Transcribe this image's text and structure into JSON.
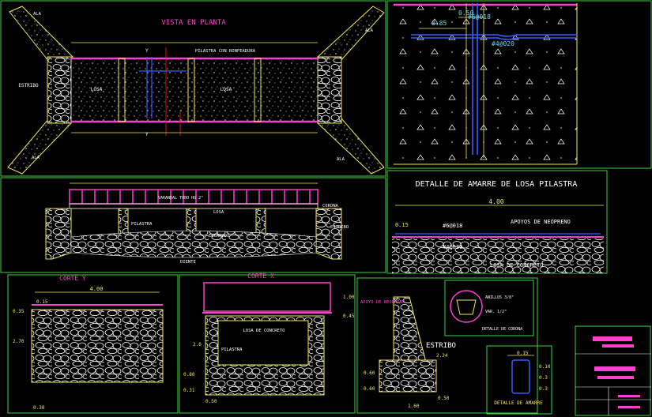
{
  "plan": {
    "title": "VISTA EN PLANTA",
    "railing": "PILASTRA CON RONFEADURA",
    "slab_left": "LOSA",
    "slab_right": "LOSA",
    "abutment": "ESTRIBO",
    "wing_top_left": "ALA",
    "wing_top_right": "ALA",
    "wing_bottom_left": "ALA",
    "wing_bottom_right": "ALA",
    "axis_top": "Y",
    "axis_bottom": "Y"
  },
  "elevation": {
    "railing_label": "VARANDAL TUBO HG 2\"",
    "pilaster": "PILASTRA",
    "slab": "LOSA",
    "crown": "CORONA",
    "abutment": "ESTRIBO",
    "formwork": "ENCAMADO",
    "dent": "DIENTE"
  },
  "detail_top_right": {
    "dim_a": "0.50",
    "dim_b": "0.85",
    "bar_a": "#6@018",
    "bar_b": "#4@020"
  },
  "amarre": {
    "title": "DETALLE DE AMARRE DE LOSA PILASTRA",
    "dim_width": "4.00",
    "dim_side": "0.15",
    "neoprene": "APOYOS DE NEOPRENO",
    "bar_a": "#6@018",
    "bar_b": "#4@020",
    "concrete_slab": "LOSA DE CONCRETO"
  },
  "corte_y": {
    "title": "CORTE Y",
    "width": "4.00",
    "top_dim": "0.15",
    "side_dim": "0.35",
    "height": "2.70",
    "dim_bottom": "0.30"
  },
  "corte_x": {
    "title": "CORTE X",
    "rail_h": "1.00",
    "deck_h": "0.45",
    "height": "2.6",
    "slab": "LOSA DE CONCRETO",
    "pilaster": "PILASTRA",
    "dim_1": "0.80",
    "dim_2": "0.31",
    "dim_3": "0.50"
  },
  "estribo": {
    "neoprene": "APOYO DE NEOPRENO",
    "title": "ESTRIBO",
    "height": "2.34",
    "base": "1.60",
    "dim_a": "0.60",
    "dim_b": "0.60",
    "ring_a": "ANILLOS 3/8\"",
    "ring_b": "VAR. 1/2\"",
    "crown_detail": "DETALLE DE CORONA",
    "dim_c": "0.50"
  },
  "detalle_amarre": {
    "title": "DETALLE DE AMARRE",
    "dim_top": "0.15",
    "dim_a": "0.10",
    "dim_b": "0.3",
    "dim_c": "0.3"
  },
  "colors": {
    "background": "#000000",
    "magenta": "#ff3fd0",
    "green": "#3fd23f",
    "yellow": "#f2e85a",
    "blue": "#3b5bff",
    "white": "#ffffff"
  }
}
